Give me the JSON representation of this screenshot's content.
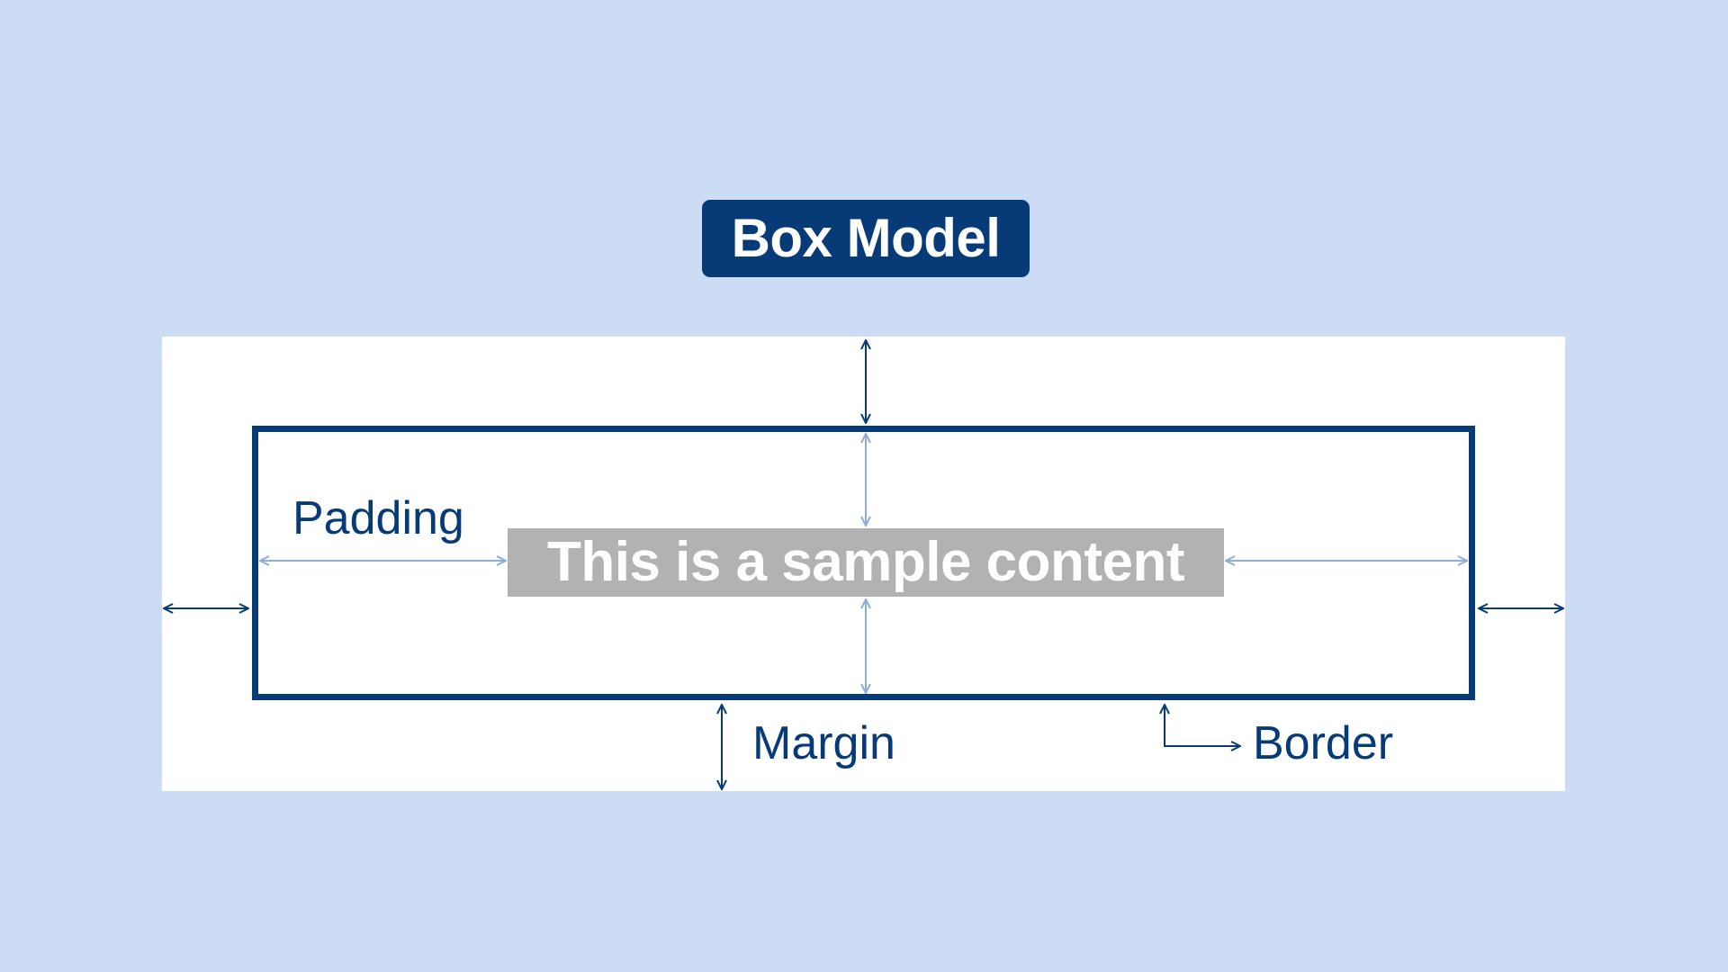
{
  "diagram": {
    "title": "Box Model",
    "content_text": "This is a sample content",
    "labels": {
      "padding": "Padding",
      "margin": "Margin",
      "border": "Border"
    }
  },
  "colors": {
    "background": "#ccdcf5",
    "margin_area": "#ffffff",
    "border": "#073b78",
    "content": "#b2b2b2",
    "margin_arrow": "#073b78",
    "padding_arrow": "#8fadd6"
  },
  "icons": {
    "margin_arrows": "double-headed-arrow",
    "padding_arrows": "double-headed-arrow",
    "border_pointer": "elbow-arrow"
  }
}
